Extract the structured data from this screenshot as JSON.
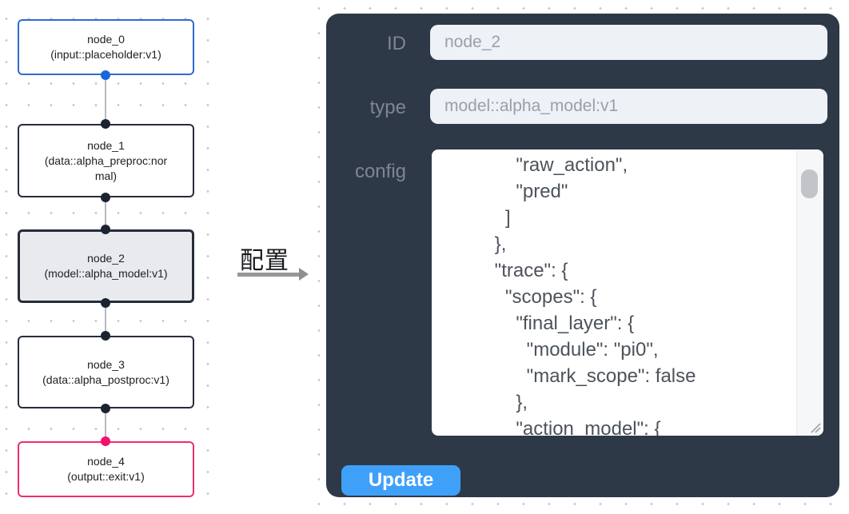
{
  "flowchart": {
    "nodes": [
      {
        "title": "node_0",
        "subtitle": "(input::placeholder:v1)",
        "kind": "input"
      },
      {
        "title": "node_1",
        "subtitle": "(data::alpha_preproc:normal)",
        "kind": "data"
      },
      {
        "title": "node_2",
        "subtitle": "(model::alpha_model:v1)",
        "kind": "model",
        "selected": true
      },
      {
        "title": "node_3",
        "subtitle": "(data::alpha_postproc:v1)",
        "kind": "data"
      },
      {
        "title": "node_4",
        "subtitle": "(output::exit:v1)",
        "kind": "output"
      }
    ]
  },
  "transition": {
    "label": "配置"
  },
  "panel": {
    "id_label": "ID",
    "id_value": "node_2",
    "type_label": "type",
    "type_value": "model::alpha_model:v1",
    "config_label": "config",
    "config_text": "        \"raw_action\",\n        \"pred\"\n      ]\n    },\n    \"trace\": {\n      \"scopes\": {\n        \"final_layer\": {\n          \"module\": \"pi0\",\n          \"mark_scope\": false\n        },\n        \"action_model\": {",
    "update_label": "Update"
  },
  "colors": {
    "panel_bg": "#2e3947",
    "button_bg": "#3fa0fa",
    "input_node_border": "#2f6bd2",
    "default_node_border": "#262d39",
    "selected_node_bg": "#e9eaed",
    "output_node_border": "#ee2d75",
    "port_blue": "#1a67da",
    "port_dark": "#1b2330",
    "port_pink": "#f0126c"
  }
}
